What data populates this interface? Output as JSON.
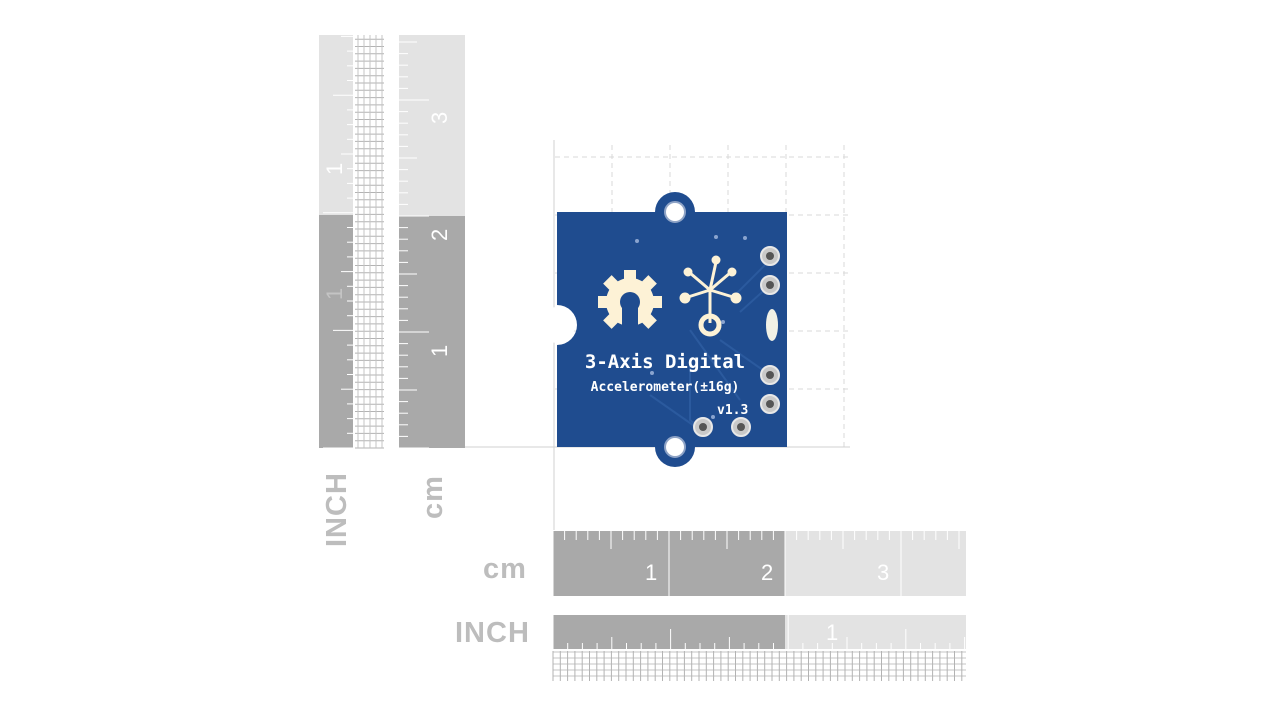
{
  "rulers": {
    "left_inch_label": "INCH",
    "left_cm_label": "cm",
    "bottom_cm_label": "cm",
    "bottom_inch_label": "INCH",
    "left_inch_numbers": [
      "1",
      "1"
    ],
    "left_cm_numbers": [
      "3",
      "2",
      "1"
    ],
    "bottom_cm_numbers": [
      "1",
      "2",
      "3"
    ],
    "bottom_inch_numbers": [
      "1"
    ]
  },
  "board": {
    "title_line1": "3-Axis Digital",
    "title_line2": "Accelerometer(±16g)",
    "version": "v1.3",
    "color": "#1f4c8f",
    "logo_icons": [
      "open-hardware-gear-icon",
      "grove-node-icon"
    ]
  }
}
